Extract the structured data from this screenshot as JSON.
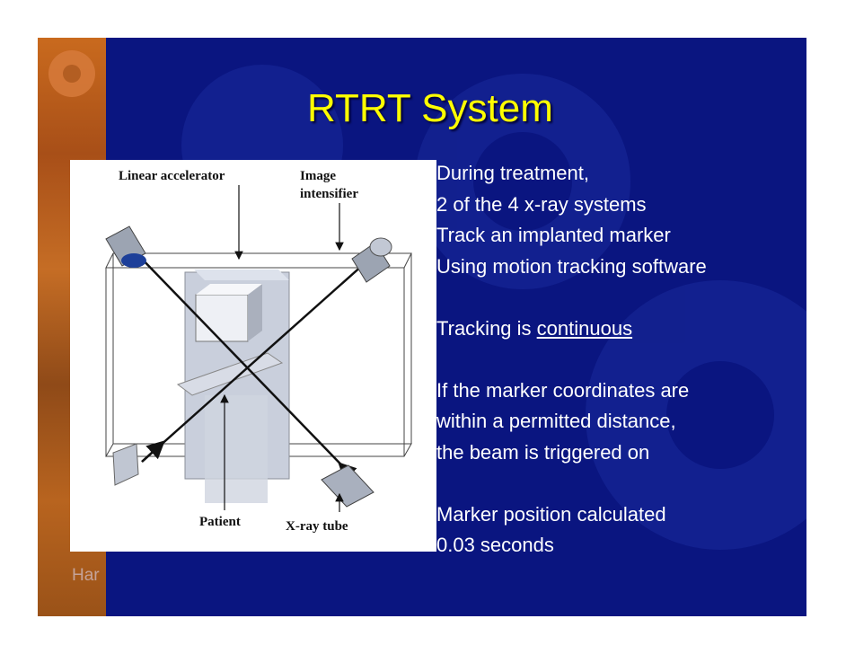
{
  "slide": {
    "title": "RTRT System",
    "footer": "Har",
    "colors": {
      "background": "#0a1580",
      "title": "#ffff00",
      "text": "#ffffff",
      "accent_strip": "#c96a1e"
    }
  },
  "diagram": {
    "labels": {
      "linear_accelerator": "Linear accelerator",
      "image": "Image",
      "intensifier": "intensifier",
      "patient": "Patient",
      "xray_tube": "X-ray tube"
    }
  },
  "body": {
    "line1": "During treatment,",
    "line2": "2 of the 4 x-ray systems",
    "line3": "Track an implanted marker",
    "line4": "Using motion tracking software",
    "line5_prefix": "Tracking is ",
    "line5_link": "continuous",
    "line6": "If the marker coordinates are",
    "line7": "within a permitted distance,",
    "line8": "the beam is triggered on",
    "line9": "Marker position calculated",
    "line10": "0.03 seconds"
  }
}
